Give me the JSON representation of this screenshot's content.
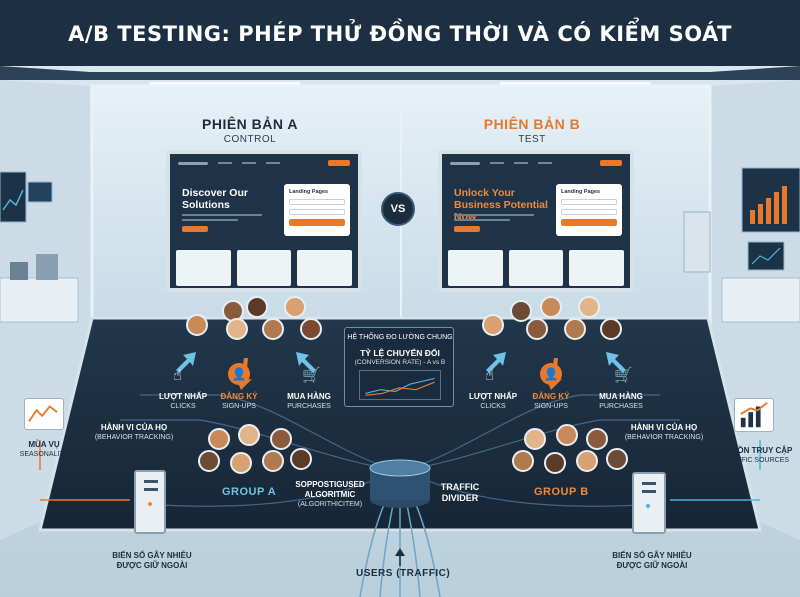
{
  "title": "A/B TESTING: PHÉP THỬ ĐỒNG THỜI VÀ CÓ KIỂM SOÁT",
  "version_a": {
    "title": "PHIÊN BẢN A",
    "subtitle": "CONTROL",
    "headline": "Discover Our Solutions",
    "form_label": "Landing Pages",
    "group": "GROUP A",
    "actions": [
      {
        "label": "LƯỢT NHẤP",
        "sub": "CLICKS",
        "icon": "cursor-click-icon"
      },
      {
        "label": "ĐĂNG KÝ",
        "sub": "SIGN-UPS",
        "icon": "user-check-icon"
      },
      {
        "label": "MUA HÀNG",
        "sub": "PURCHASES",
        "icon": "cart-icon"
      }
    ],
    "behavior": {
      "label": "HÀNH VI CỦA HỌ",
      "sub": "(BEHAVIOR TRACKING)"
    }
  },
  "version_b": {
    "title": "PHIÊN BẢN B",
    "subtitle": "TEST",
    "headline": "Unlock Your Business Potential Now",
    "form_label": "Landing Pages",
    "group": "GROUP B",
    "actions": [
      {
        "label": "LƯỢT NHẤP",
        "sub": "CLICKS",
        "icon": "cursor-click-icon"
      },
      {
        "label": "ĐĂNG KÝ",
        "sub": "SIGN-UPS",
        "icon": "user-check-icon"
      },
      {
        "label": "MUA HÀNG",
        "sub": "PURCHASES",
        "icon": "cart-icon"
      }
    ],
    "behavior": {
      "label": "HÀNH VI CỦA HỌ",
      "sub": "(BEHAVIOR TRACKING)"
    }
  },
  "vs": "VS",
  "measurement": {
    "system": "HỆ THỐNG ĐO LƯỜNG CHUNG",
    "metric": "TỶ LỆ CHUYỂN ĐỔI",
    "metric_sub": "(CONVERSION RATE) - A vs B"
  },
  "algorithm": {
    "label": "SOPPOSTIGUSED ALGORITMIC",
    "sub": "(ALGORITHICITEM)"
  },
  "divider": "TRAFFIC DIVIDER",
  "users": "USERS (TRAFFIC)",
  "left_factor": {
    "label": "MÙA VỤ",
    "sub": "SEASONALITY"
  },
  "right_factor": {
    "label": "NGUỒN TRUY CẬP",
    "sub": "TRAFFIC SOURCES"
  },
  "noise_left": "BIẾN SỐ GÂY NHIỄU ĐƯỢC GIỮ NGOÀI",
  "noise_right": "BIẾN SỐ GÂY NHIỄU ĐƯỢC GIỮ NGOÀI",
  "colors": {
    "accent": "#e8792b",
    "navy": "#1e3347",
    "teal": "#4fb3d9"
  }
}
